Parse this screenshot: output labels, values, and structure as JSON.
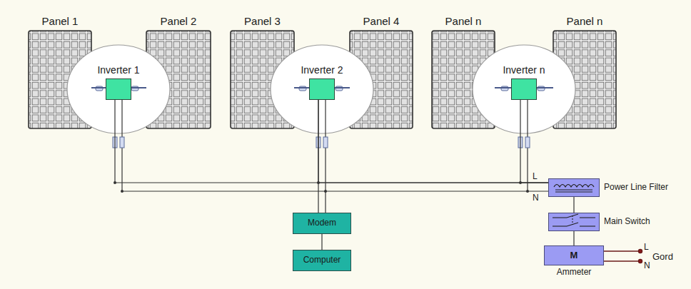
{
  "diagram": {
    "nodes": [
      {
        "text": [
          "Panel 1"
        ]
      },
      {
        "text": [
          "Inverter 1"
        ]
      },
      {
        "text": [
          "Panel 2"
        ]
      },
      {
        "text": [
          "Panel 3"
        ]
      },
      {
        "text": [
          "Inverter 2"
        ]
      },
      {
        "text": [
          "Panel 4"
        ]
      },
      {
        "text": [
          "Panel n"
        ]
      },
      {
        "text": [
          "Inverter n"
        ]
      },
      {
        "text": [
          "Panel n"
        ]
      },
      {
        "text": [
          "Power Line Filter"
        ]
      },
      {
        "text": [
          "Modem"
        ]
      },
      {
        "text": [
          "Main Switch"
        ]
      },
      {
        "text": [
          "Computer"
        ]
      },
      {
        "text": [
          "M",
          "Ammeter"
        ]
      }
    ],
    "edges": [
      {
        "from": 0,
        "to": 1,
        "arrow": "none"
      },
      {
        "from": 2,
        "to": 1,
        "arrow": "none"
      },
      {
        "from": 3,
        "to": 4,
        "arrow": "none"
      },
      {
        "from": 5,
        "to": 4,
        "arrow": "none"
      },
      {
        "from": 6,
        "to": 7,
        "arrow": "none"
      },
      {
        "from": 8,
        "to": 7,
        "arrow": "none"
      },
      {
        "from": 1,
        "to": 9,
        "arrow": "none"
      },
      {
        "from": 4,
        "to": 9,
        "arrow": "none"
      },
      {
        "from": 7,
        "to": 9,
        "arrow": "none"
      },
      {
        "from": 4,
        "to": 10,
        "arrow": "none"
      },
      {
        "from": 10,
        "to": 12,
        "arrow": "none"
      },
      {
        "from": 9,
        "to": 11,
        "arrow": "none"
      },
      {
        "from": 11,
        "to": 13,
        "arrow": "none"
      }
    ],
    "labels": [
      "L",
      "N",
      "L",
      "N",
      "Gord"
    ]
  }
}
